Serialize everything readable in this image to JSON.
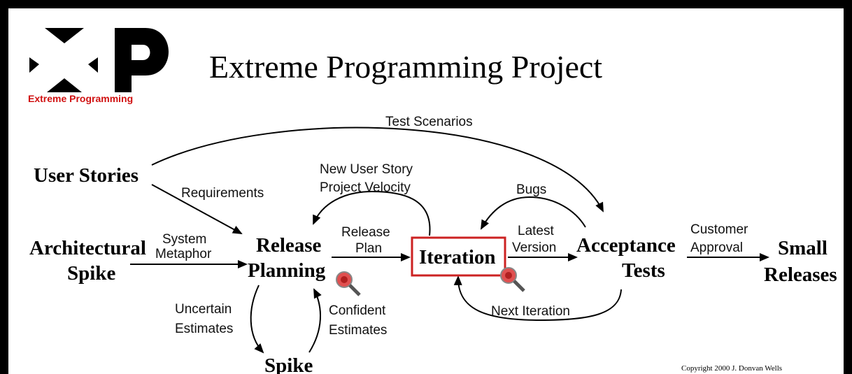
{
  "title": "Extreme Programming Project",
  "logo": {
    "text": "Extreme Programming",
    "accent_color": "#d01010"
  },
  "nodes": {
    "user_stories": "User Stories",
    "architectural_spike_1": "Architectural",
    "architectural_spike_2": "Spike",
    "release_planning_1": "Release",
    "release_planning_2": "Planning",
    "iteration": "Iteration",
    "acceptance_tests_1": "Acceptance",
    "acceptance_tests_2": "Tests",
    "small_releases_1": "Small",
    "small_releases_2": "Releases",
    "spike": "Spike"
  },
  "edges": {
    "test_scenarios": "Test Scenarios",
    "requirements": "Requirements",
    "system_metaphor_1": "System",
    "system_metaphor_2": "Metaphor",
    "new_user_story_1": "New User Story",
    "new_user_story_2": "Project Velocity",
    "release_plan_1": "Release",
    "release_plan_2": "Plan",
    "bugs": "Bugs",
    "latest_version_1": "Latest",
    "latest_version_2": "Version",
    "customer_approval_1": "Customer",
    "customer_approval_2": "Approval",
    "uncertain_estimates_1": "Uncertain",
    "uncertain_estimates_2": "Estimates",
    "confident_estimates_1": "Confident",
    "confident_estimates_2": "Estimates",
    "next_iteration": "Next Iteration"
  },
  "copyright": "Copyright 2000 J. Donvan Wells",
  "icons": [
    "magnifier-icon",
    "magnifier-icon"
  ],
  "colors": {
    "highlight": "#cc2222"
  }
}
